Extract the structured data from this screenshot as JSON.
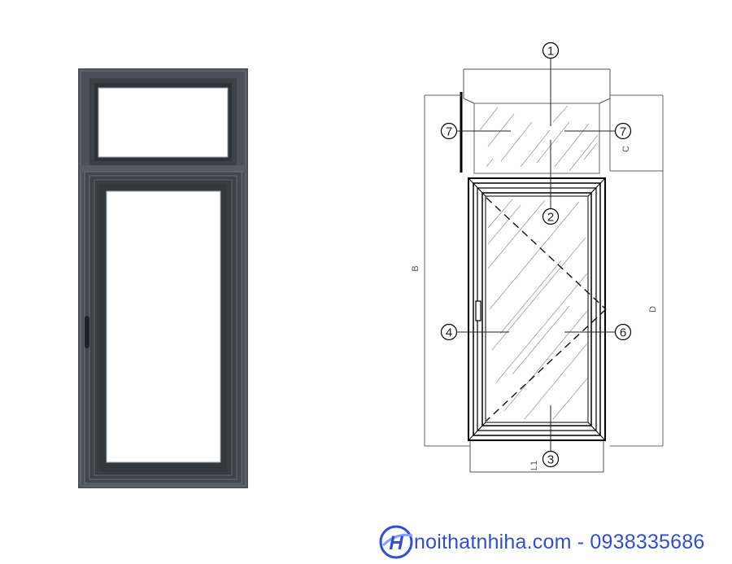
{
  "watermark": {
    "text": "noithatnhiha.com - 0938335686",
    "logo_letters": "H",
    "color": "#2f4fd0"
  },
  "callouts": {
    "c1": "1",
    "c2": "2",
    "c3": "3",
    "c4": "4",
    "c6": "6",
    "c7_left": "7",
    "c7_right": "7"
  },
  "dimensions": {
    "overall_height_mark": "B",
    "transom_height_mark": "C",
    "sash_height_mark": "D",
    "bottom_width_mark": "L1"
  },
  "colors": {
    "frame": "#4a5057",
    "frame_dark": "#30353a",
    "glass": "#ffffff",
    "drawing_line": "#111111"
  }
}
